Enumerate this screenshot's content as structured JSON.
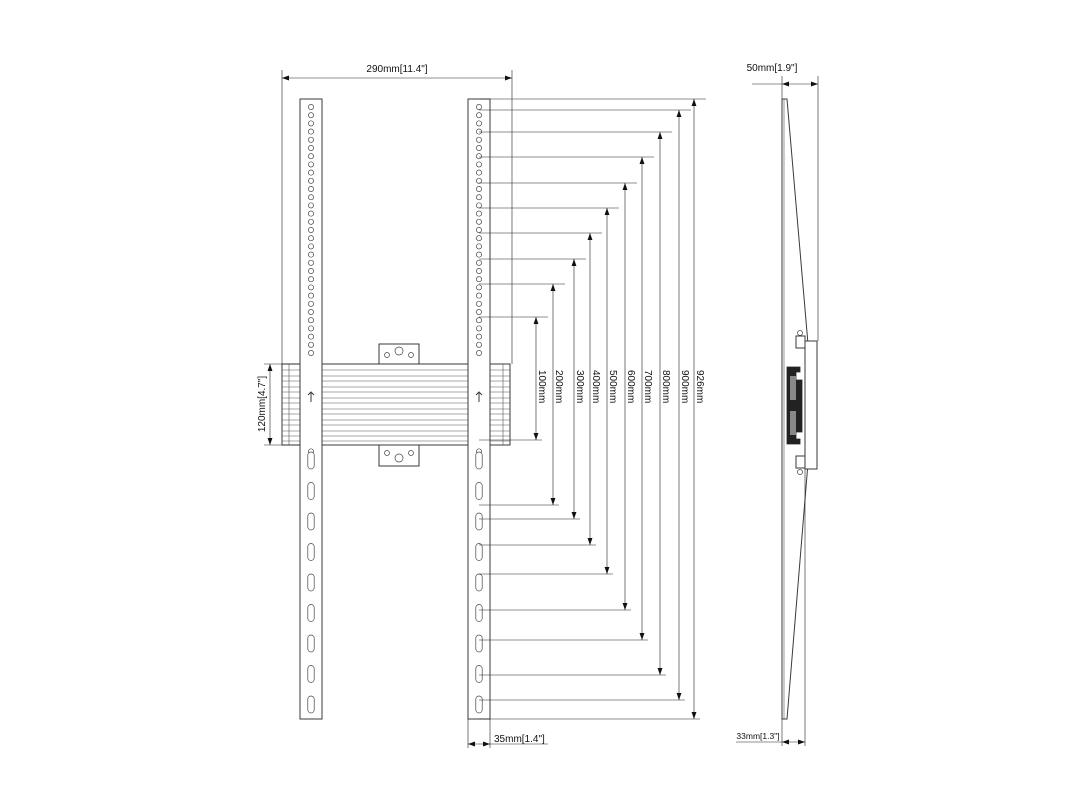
{
  "dimensions": {
    "overall_width": "290mm[11.4\"]",
    "bracket_height": "120mm[4.7\"]",
    "arm_width": "35mm[1.4\"]",
    "profile_depth": "50mm[1.9\"]",
    "wall_gap": "33mm[1.3\"]"
  },
  "vesa_labels": [
    "100mm",
    "200mm",
    "300mm",
    "400mm",
    "500mm",
    "600mm",
    "700mm",
    "800mm",
    "900mm",
    "926mm"
  ]
}
